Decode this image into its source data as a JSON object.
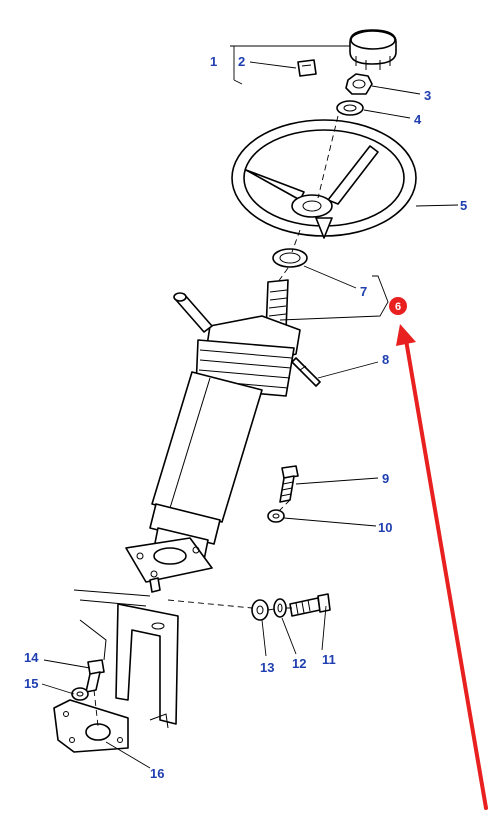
{
  "colors": {
    "callout_text": "#1f3fb0",
    "highlight": "#e8201f",
    "line": "#000000",
    "background": "#ffffff"
  },
  "callouts": {
    "c1": "1",
    "c2": "2",
    "c3": "3",
    "c4": "4",
    "c5": "5",
    "c6": "6",
    "c7": "7",
    "c8": "8",
    "c9": "9",
    "c10": "10",
    "c11": "11",
    "c12": "12",
    "c13": "13",
    "c14": "14",
    "c15": "15",
    "c16": "16"
  }
}
